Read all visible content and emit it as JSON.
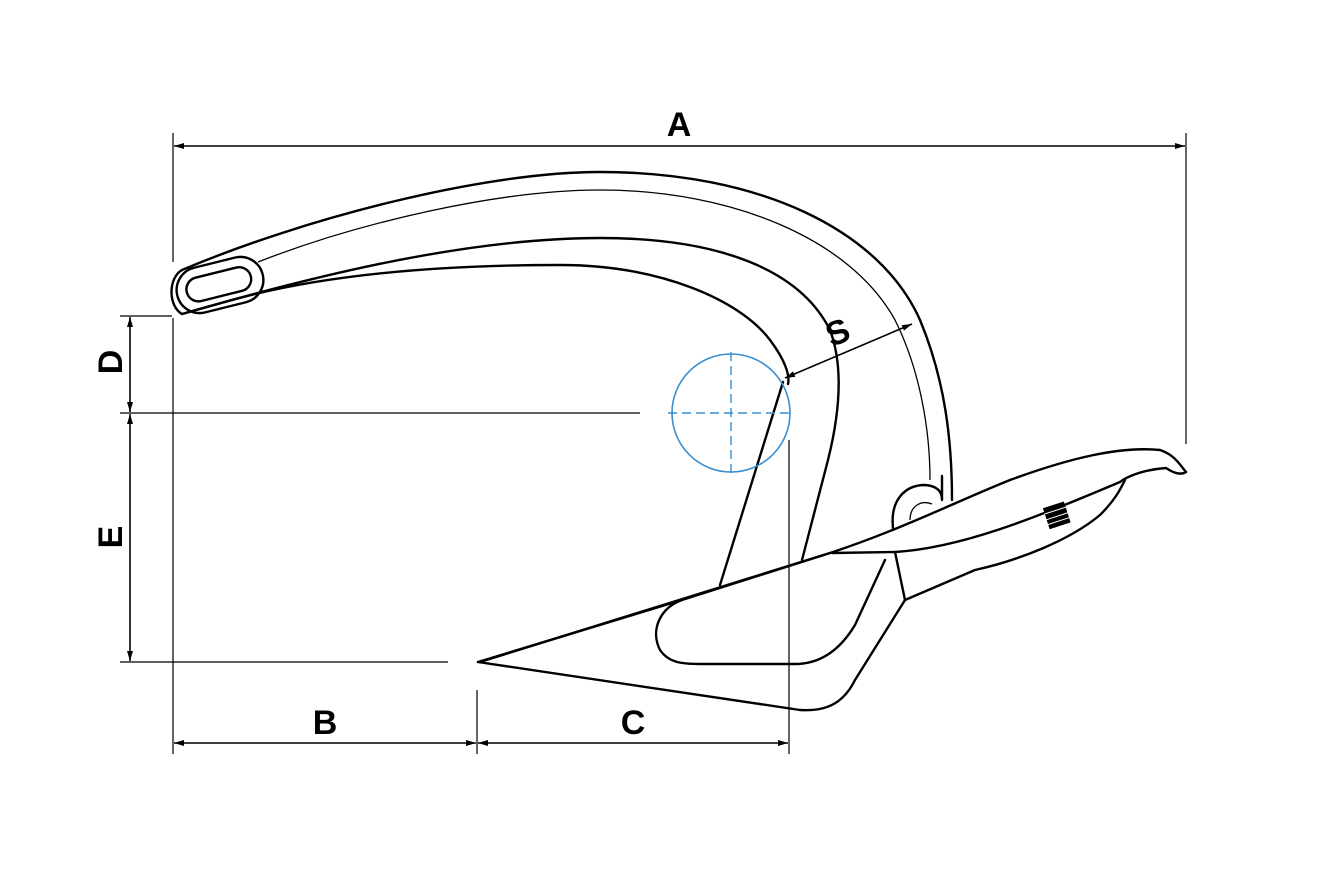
{
  "diagram": {
    "labels": {
      "A": "A",
      "B": "B",
      "C": "C",
      "D": "D",
      "E": "E",
      "S": "S"
    },
    "colors": {
      "line": "#000000",
      "shackle": "#3a8fd0",
      "background": "#ffffff"
    }
  }
}
